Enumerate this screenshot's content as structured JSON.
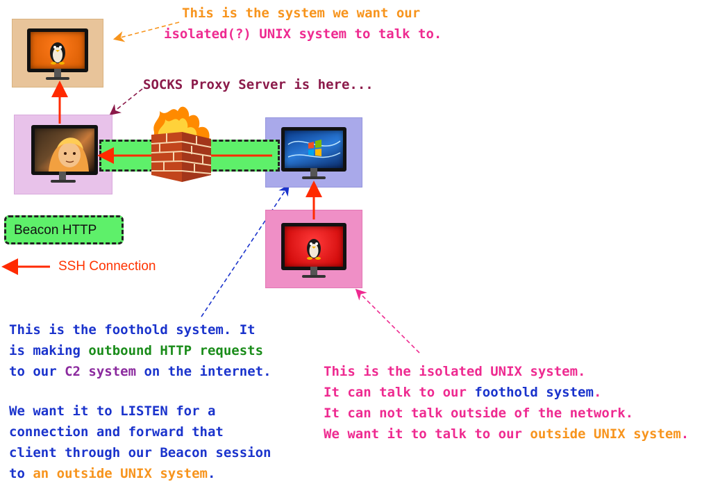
{
  "colors": {
    "orange": "#f7941d",
    "pink": "#ee2a90",
    "maroon": "#8b1a4a",
    "blue": "#1a33cc",
    "green": "#1a8c1a",
    "purple": "#8b2a9e",
    "red": "#ff3300",
    "tunnel_green": "#5ef06a"
  },
  "top_note": {
    "line1": "This is the system we want our",
    "line2": "isolated(?) UNIX system to talk to."
  },
  "socks_note": "SOCKS Proxy Server is here...",
  "legend": {
    "beacon_label": "Beacon HTTP",
    "ssh_label": "SSH Connection"
  },
  "foothold_note": {
    "l1": "This is the foothold system. It",
    "l2_a": "is making ",
    "l2_b": "outbound HTTP requests",
    "l3_a": "to our ",
    "l3_b": "C2",
    "l3_c": " system ",
    "l3_d": "on the internet.",
    "l4": "We want it to LISTEN for a",
    "l5": "connection and forward that",
    "l6": "client through our Beacon session",
    "l7_a": "to ",
    "l7_b": "an outside UNIX system",
    "l7_c": "."
  },
  "isolated_note": {
    "l1": "This is the isolated UNIX system.",
    "l2_a": "It can talk to our ",
    "l2_b": "foothold system",
    "l2_c": ".",
    "l3": "It can not talk outside of the network.",
    "l4_a": "We want it to talk to our ",
    "l4_b": "outside UNIX system",
    "l4_c": "."
  },
  "icons": [
    "linux-penguin-icon",
    "hacker-avatar-icon",
    "windows-logo-icon",
    "firewall-icon"
  ]
}
